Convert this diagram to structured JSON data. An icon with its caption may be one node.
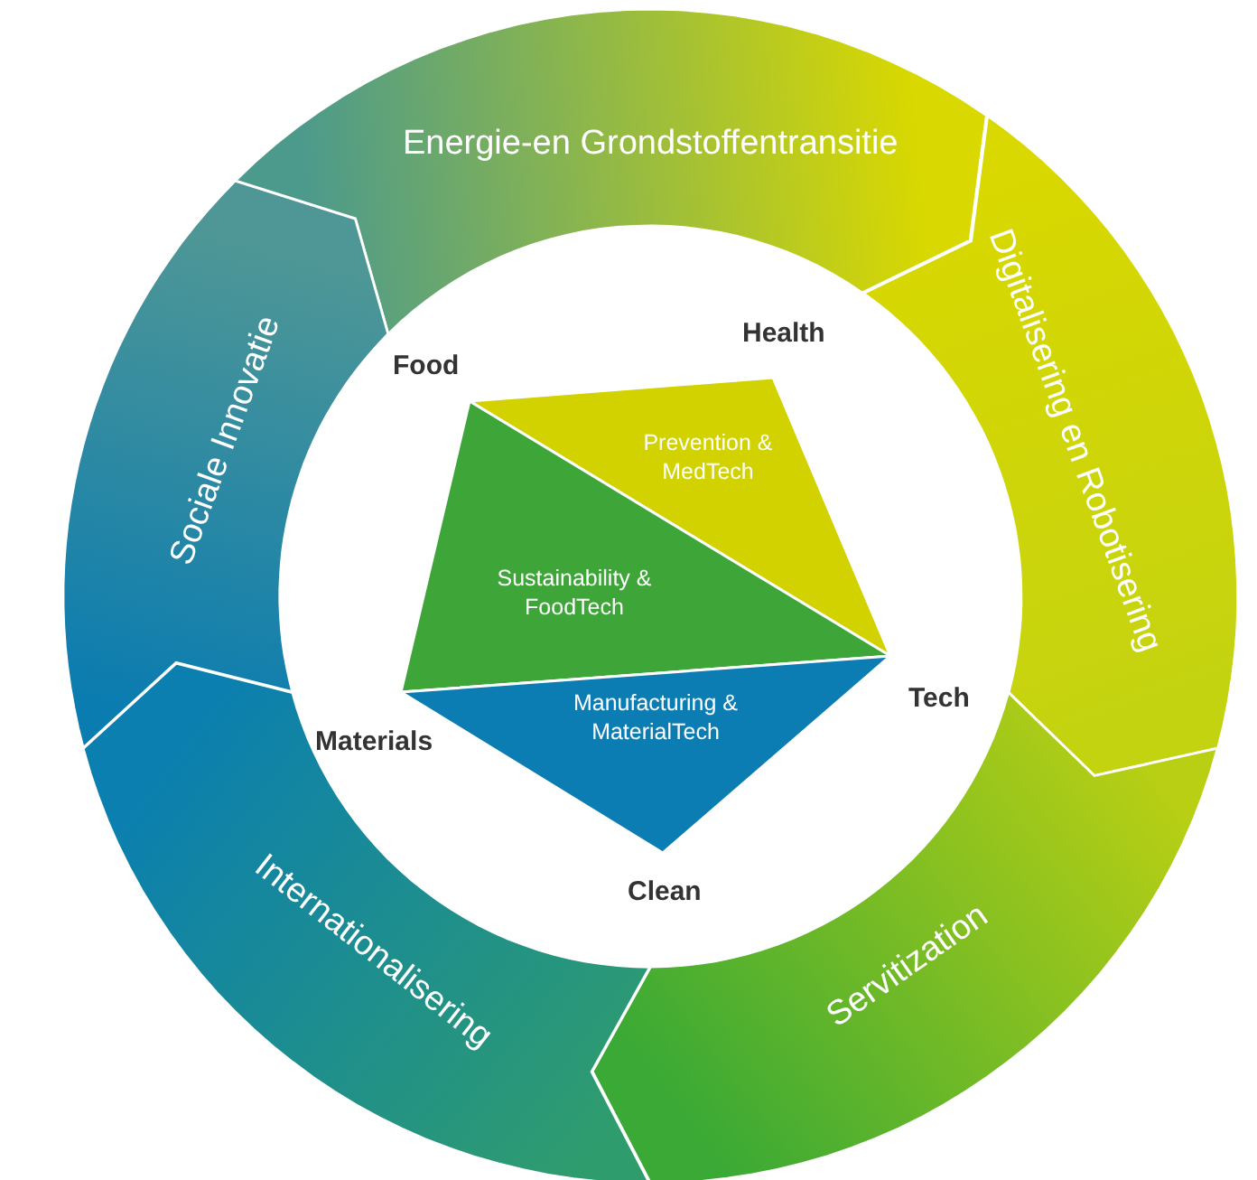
{
  "diagram": {
    "nodes": [
      {
        "text": [
          "Energie-en Grondstoffentransitie"
        ]
      },
      {
        "text": [
          "Digitalisering en Robotisering"
        ]
      },
      {
        "text": [
          "Servitization"
        ]
      },
      {
        "text": [
          "Internationalisering"
        ]
      },
      {
        "text": [
          "Sociale Innovatie"
        ]
      },
      {
        "text": [
          "Prevention & MedTech"
        ]
      },
      {
        "text": [
          "Sustainability & FoodTech"
        ]
      },
      {
        "text": [
          "Manufacturing & MaterialTech"
        ]
      }
    ],
    "labels": [
      "Food",
      "Health",
      "Tech",
      "Materials",
      "Clean"
    ]
  }
}
